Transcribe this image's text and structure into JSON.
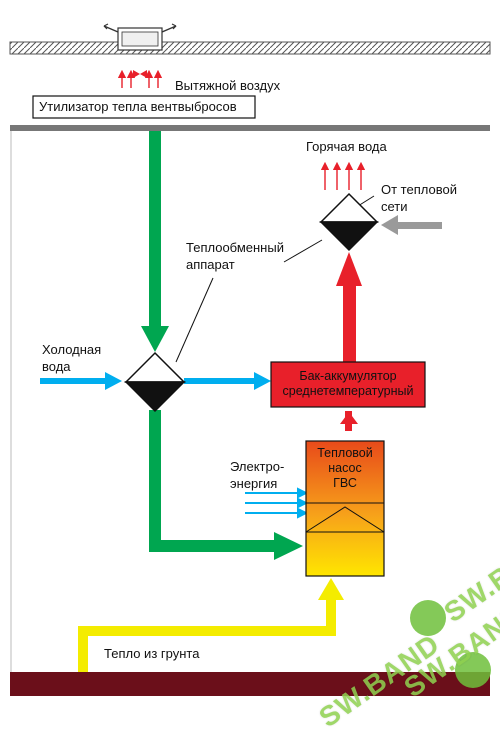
{
  "labels": {
    "exhaust_air": "Вытяжной воздух",
    "recuperator": "Утилизатор тепла вентвыбросов",
    "hot_water": "Горячая вода",
    "from_heat_network": "От тепловой\nсети",
    "heat_exchanger": "Теплообменный\nаппарат",
    "cold_water": "Холодная\nвода",
    "tank": "Бак-аккумулятор\nсреднетемпературный",
    "heat_pump": "Тепловой\nнасос\nГВС",
    "electricity": "Электро-\nэнергия",
    "ground_heat": "Тепло из грунта"
  },
  "watermark": {
    "text": "SW.BAND"
  },
  "colors": {
    "green_flow": "#00a650",
    "red_flow": "#e8202a",
    "blue_flow": "#00aeef",
    "yellow_flow": "#f4ec00",
    "ground": "#6b0f1a",
    "grey_flow": "#9a9a9a",
    "tank_fill": "#e8202a",
    "pump_fill_top": "#e84a1a",
    "pump_fill_bottom": "#ffe600"
  }
}
